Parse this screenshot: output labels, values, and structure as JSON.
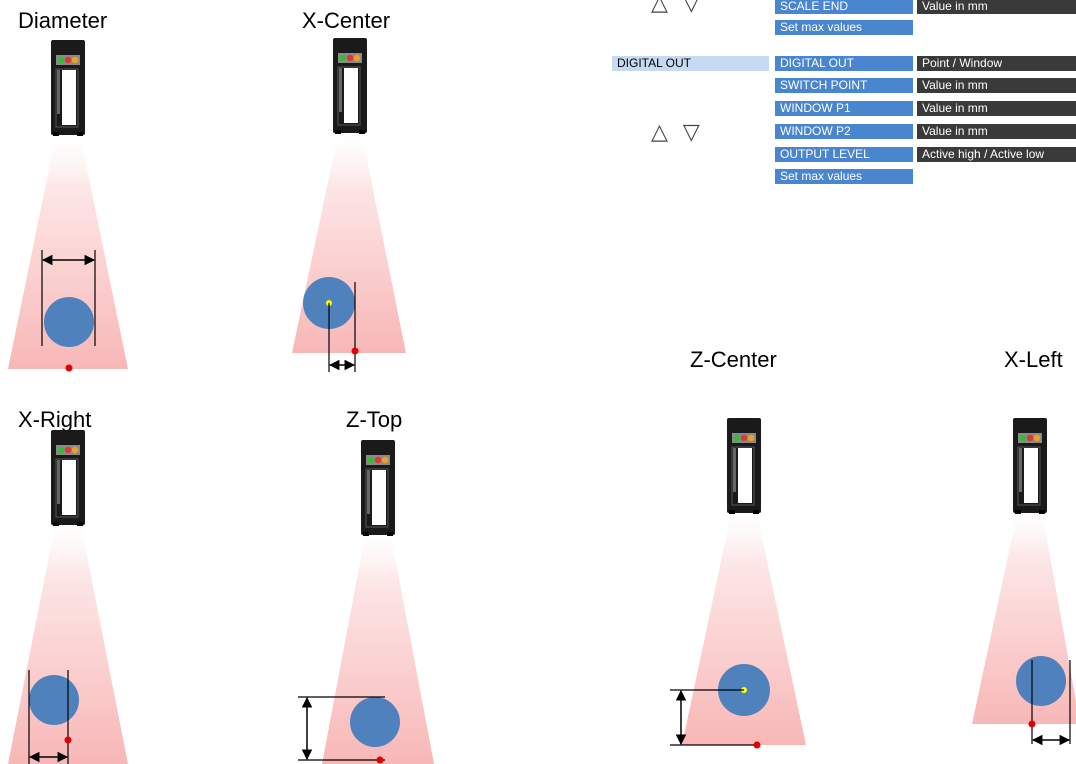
{
  "labels": {
    "diameter": "Diameter",
    "x_center": "X-Center",
    "z_center": "Z-Center",
    "x_left": "X-Left",
    "x_right": "X-Right",
    "z_top": "Z-Top"
  },
  "menu": {
    "upper_arrows": "△ ▽",
    "lower_arrows": "△ ▽",
    "scale_end": {
      "key": "SCALE END",
      "value": "Value in mm"
    },
    "set_max_upper": "Set max values",
    "digital_out_header": "DIGITAL OUT",
    "rows": [
      {
        "key": "DIGITAL OUT",
        "value": "Point / Window"
      },
      {
        "key": "SWITCH POINT",
        "value": "Value in mm"
      },
      {
        "key": "WINDOW P1",
        "value": "Value in mm"
      },
      {
        "key": "WINDOW P2",
        "value": "Value in mm"
      },
      {
        "key": "OUTPUT LEVEL",
        "value": "Active high / Active low"
      }
    ],
    "set_max_lower": "Set max values"
  },
  "colors": {
    "beam": "#f7b8b8",
    "object": "#4f81bd",
    "reference_dot": "#e00000",
    "center_dot": "#ffff00",
    "menu_key": "#4a86cf",
    "menu_value": "#3a3a3a",
    "menu_header": "#c6daf0"
  }
}
